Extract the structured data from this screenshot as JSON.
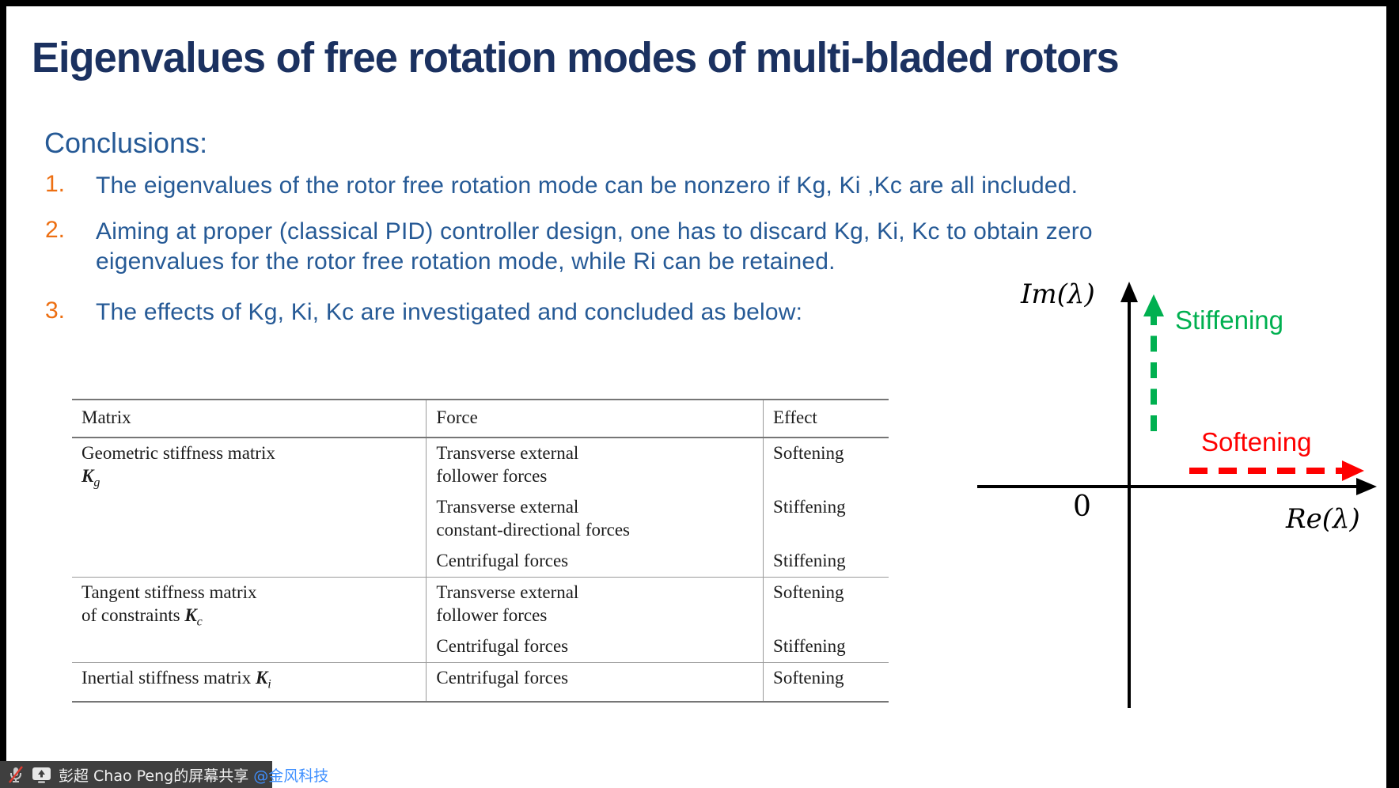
{
  "slide": {
    "title": "Eigenvalues of free rotation modes of multi-bladed rotors",
    "conclusions_heading": "Conclusions:",
    "items": [
      {
        "number": "1.",
        "lines": [
          "The eigenvalues of the rotor free rotation mode can be nonzero if Kg, Ki ,Kc are all included."
        ]
      },
      {
        "number": "2.",
        "lines": [
          "Aiming at proper (classical PID) controller design, one has to discard Kg, Ki, Kc to obtain zero",
          "eigenvalues for the rotor free rotation mode, while Ri can be retained."
        ]
      },
      {
        "number": "3.",
        "lines": [
          "The effects of Kg, Ki, Kc are investigated and concluded as below:"
        ]
      }
    ]
  },
  "table": {
    "headers": {
      "matrix": "Matrix",
      "force": "Force",
      "effect": "Effect"
    },
    "groups": [
      {
        "matrix": {
          "line1": "Geometric stiffness matrix",
          "prefix": "",
          "k": "K",
          "sub": "g"
        },
        "rows": [
          {
            "force1": "Transverse external",
            "force2": "follower forces",
            "effect": "Softening"
          },
          {
            "force1": "Transverse external",
            "force2": "constant-directional forces",
            "effect": "Stiffening"
          },
          {
            "force1": "Centrifugal forces",
            "effect": "Stiffening"
          }
        ]
      },
      {
        "matrix": {
          "line1": "Tangent stiffness matrix",
          "prefix": "of constraints ",
          "k": "K",
          "sub": "c"
        },
        "rows": [
          {
            "force1": "Transverse external",
            "force2": "follower forces",
            "effect": "Softening"
          },
          {
            "force1": "Centrifugal forces",
            "effect": "Stiffening"
          }
        ]
      },
      {
        "matrix": {
          "prefix": "Inertial stiffness matrix ",
          "k": "K",
          "sub": "i"
        },
        "rows": [
          {
            "force1": "Centrifugal forces",
            "effect": "Softening"
          }
        ]
      }
    ]
  },
  "diagram": {
    "im_axis_label": "Im(λ)",
    "re_axis_label": "Re(λ)",
    "origin_label": "0",
    "stiffening_label": "Stiffening",
    "softening_label": "Softening",
    "stiffening_color": "#00B050",
    "softening_color": "#FE0000",
    "axis_color": "#000000"
  },
  "share_bar": {
    "text": "彭超 Chao Peng的屏幕共享 ",
    "mention": "@金风科技"
  }
}
